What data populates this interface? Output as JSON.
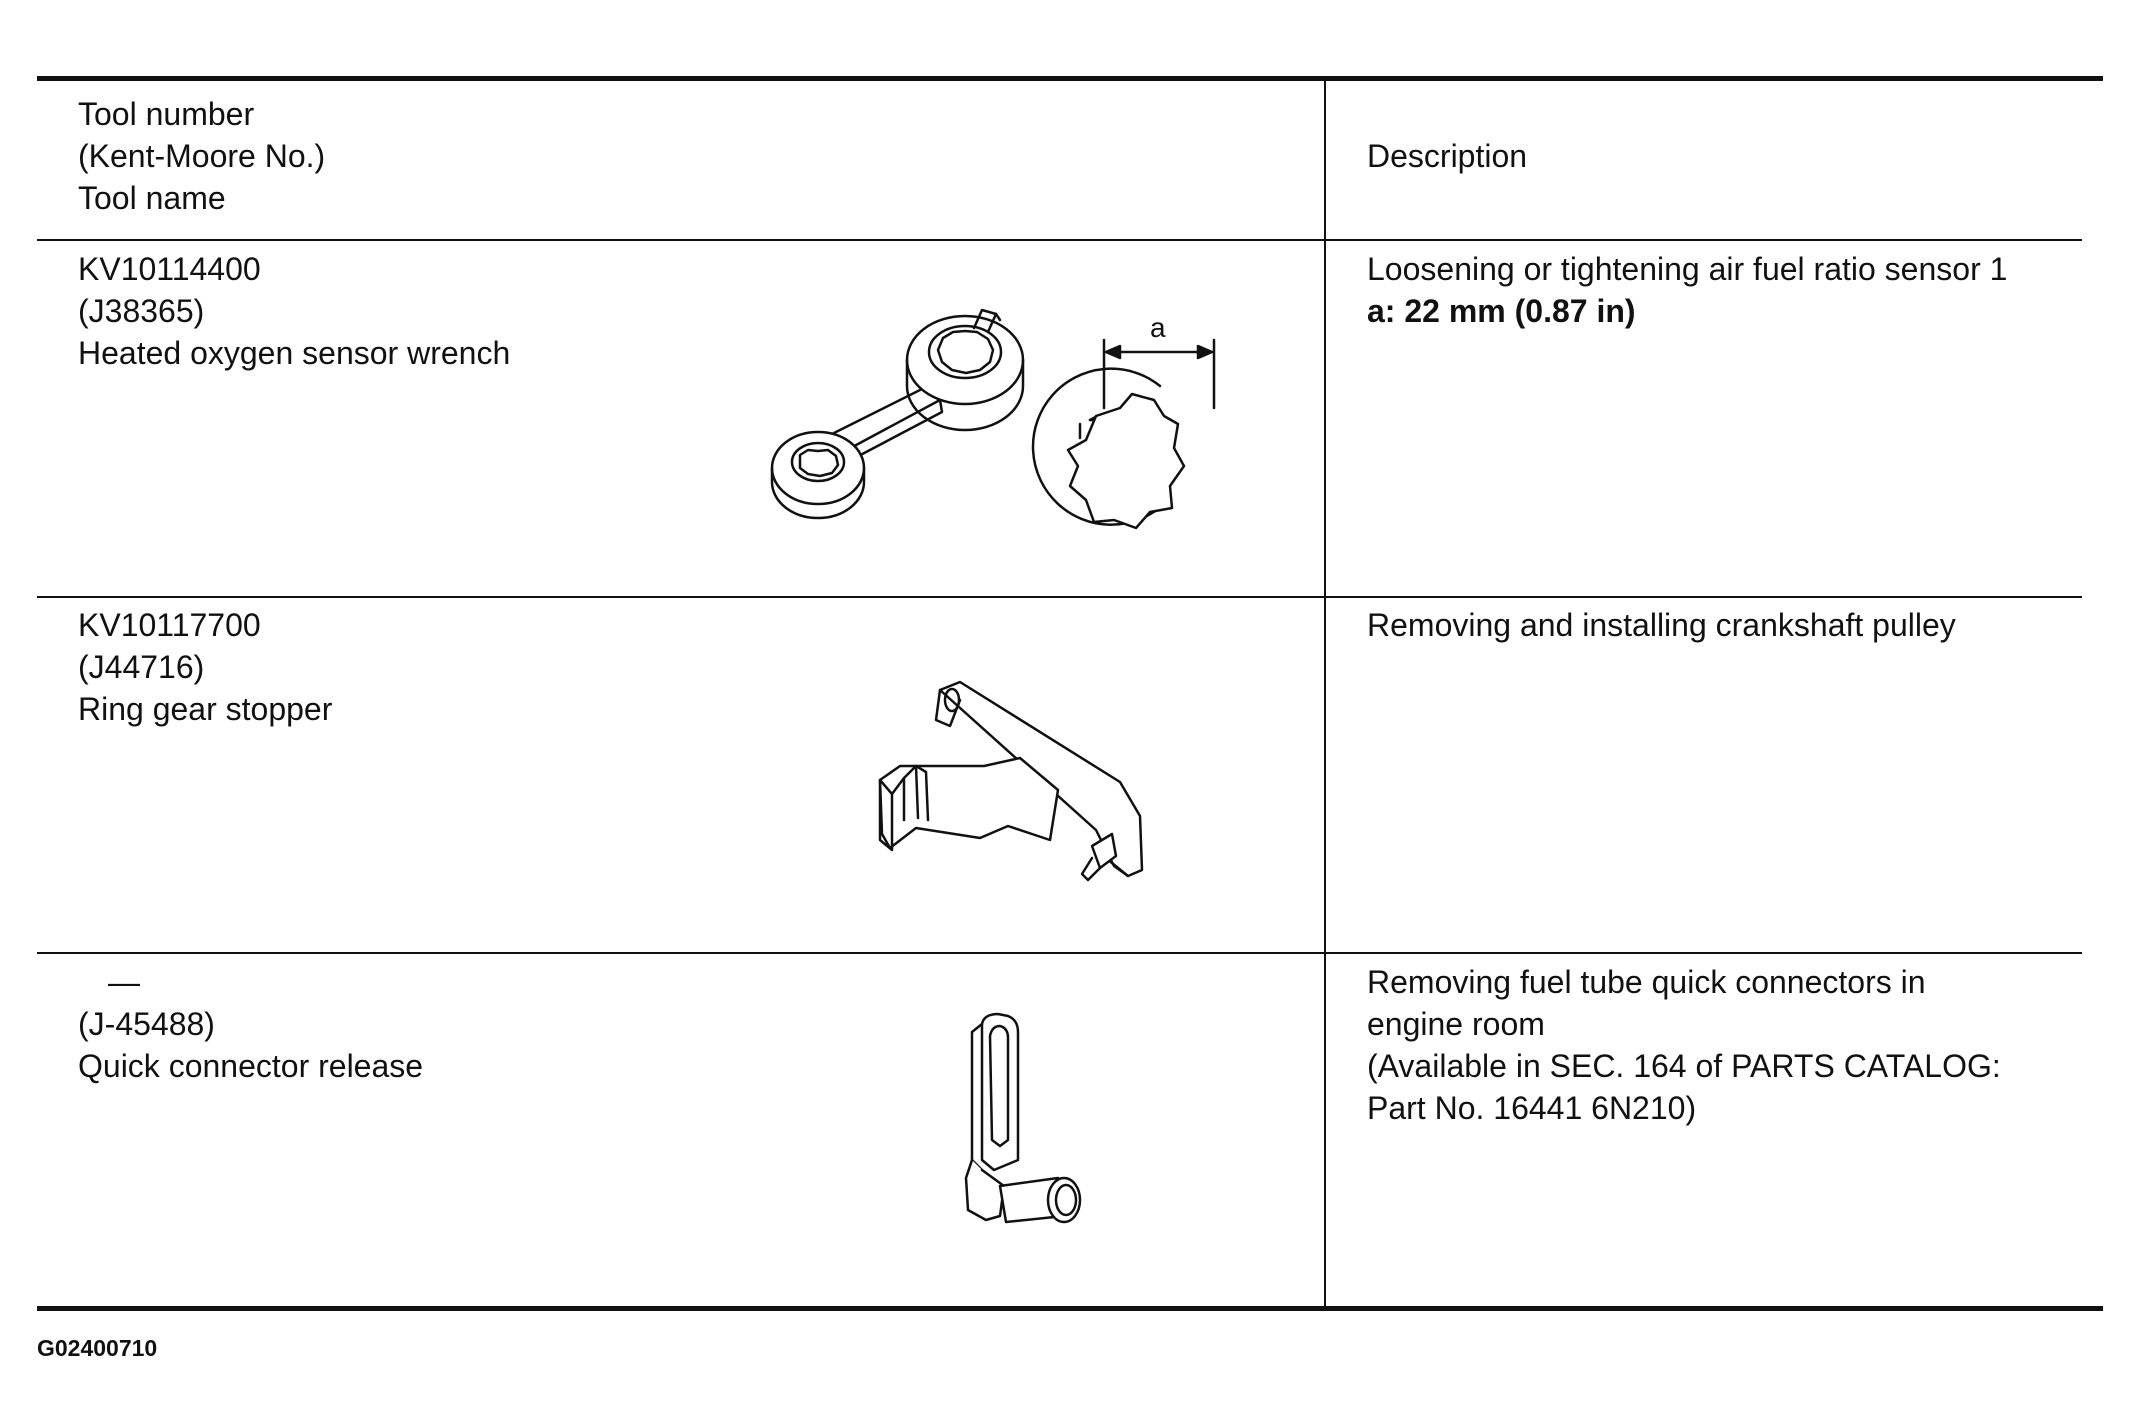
{
  "header": {
    "left_lines": [
      "Tool number",
      "(Kent-Moore No.)",
      "Tool name"
    ],
    "right": "Description"
  },
  "rows": [
    {
      "tool_number": "KV10114400",
      "kent_moore": "(J38365)",
      "tool_name": "Heated oxygen sensor wrench",
      "description_lines": [
        "Loosening or tightening air fuel ratio sensor 1"
      ],
      "spec": "a: 22 mm (0.87 in)",
      "dimension_label": "a"
    },
    {
      "tool_number": "KV10117700",
      "kent_moore": "(J44716)",
      "tool_name": "Ring gear stopper",
      "description_lines": [
        "Removing and installing crankshaft pulley"
      ]
    },
    {
      "tool_number": "—",
      "kent_moore": "(J-45488)",
      "tool_name": "Quick connector release",
      "description_lines": [
        "Removing fuel tube quick connectors in",
        "engine room",
        "(Available in SEC. 164 of PARTS CATALOG:",
        "Part No. 16441 6N210)"
      ]
    }
  ],
  "footer": {
    "code": "G02400710"
  }
}
